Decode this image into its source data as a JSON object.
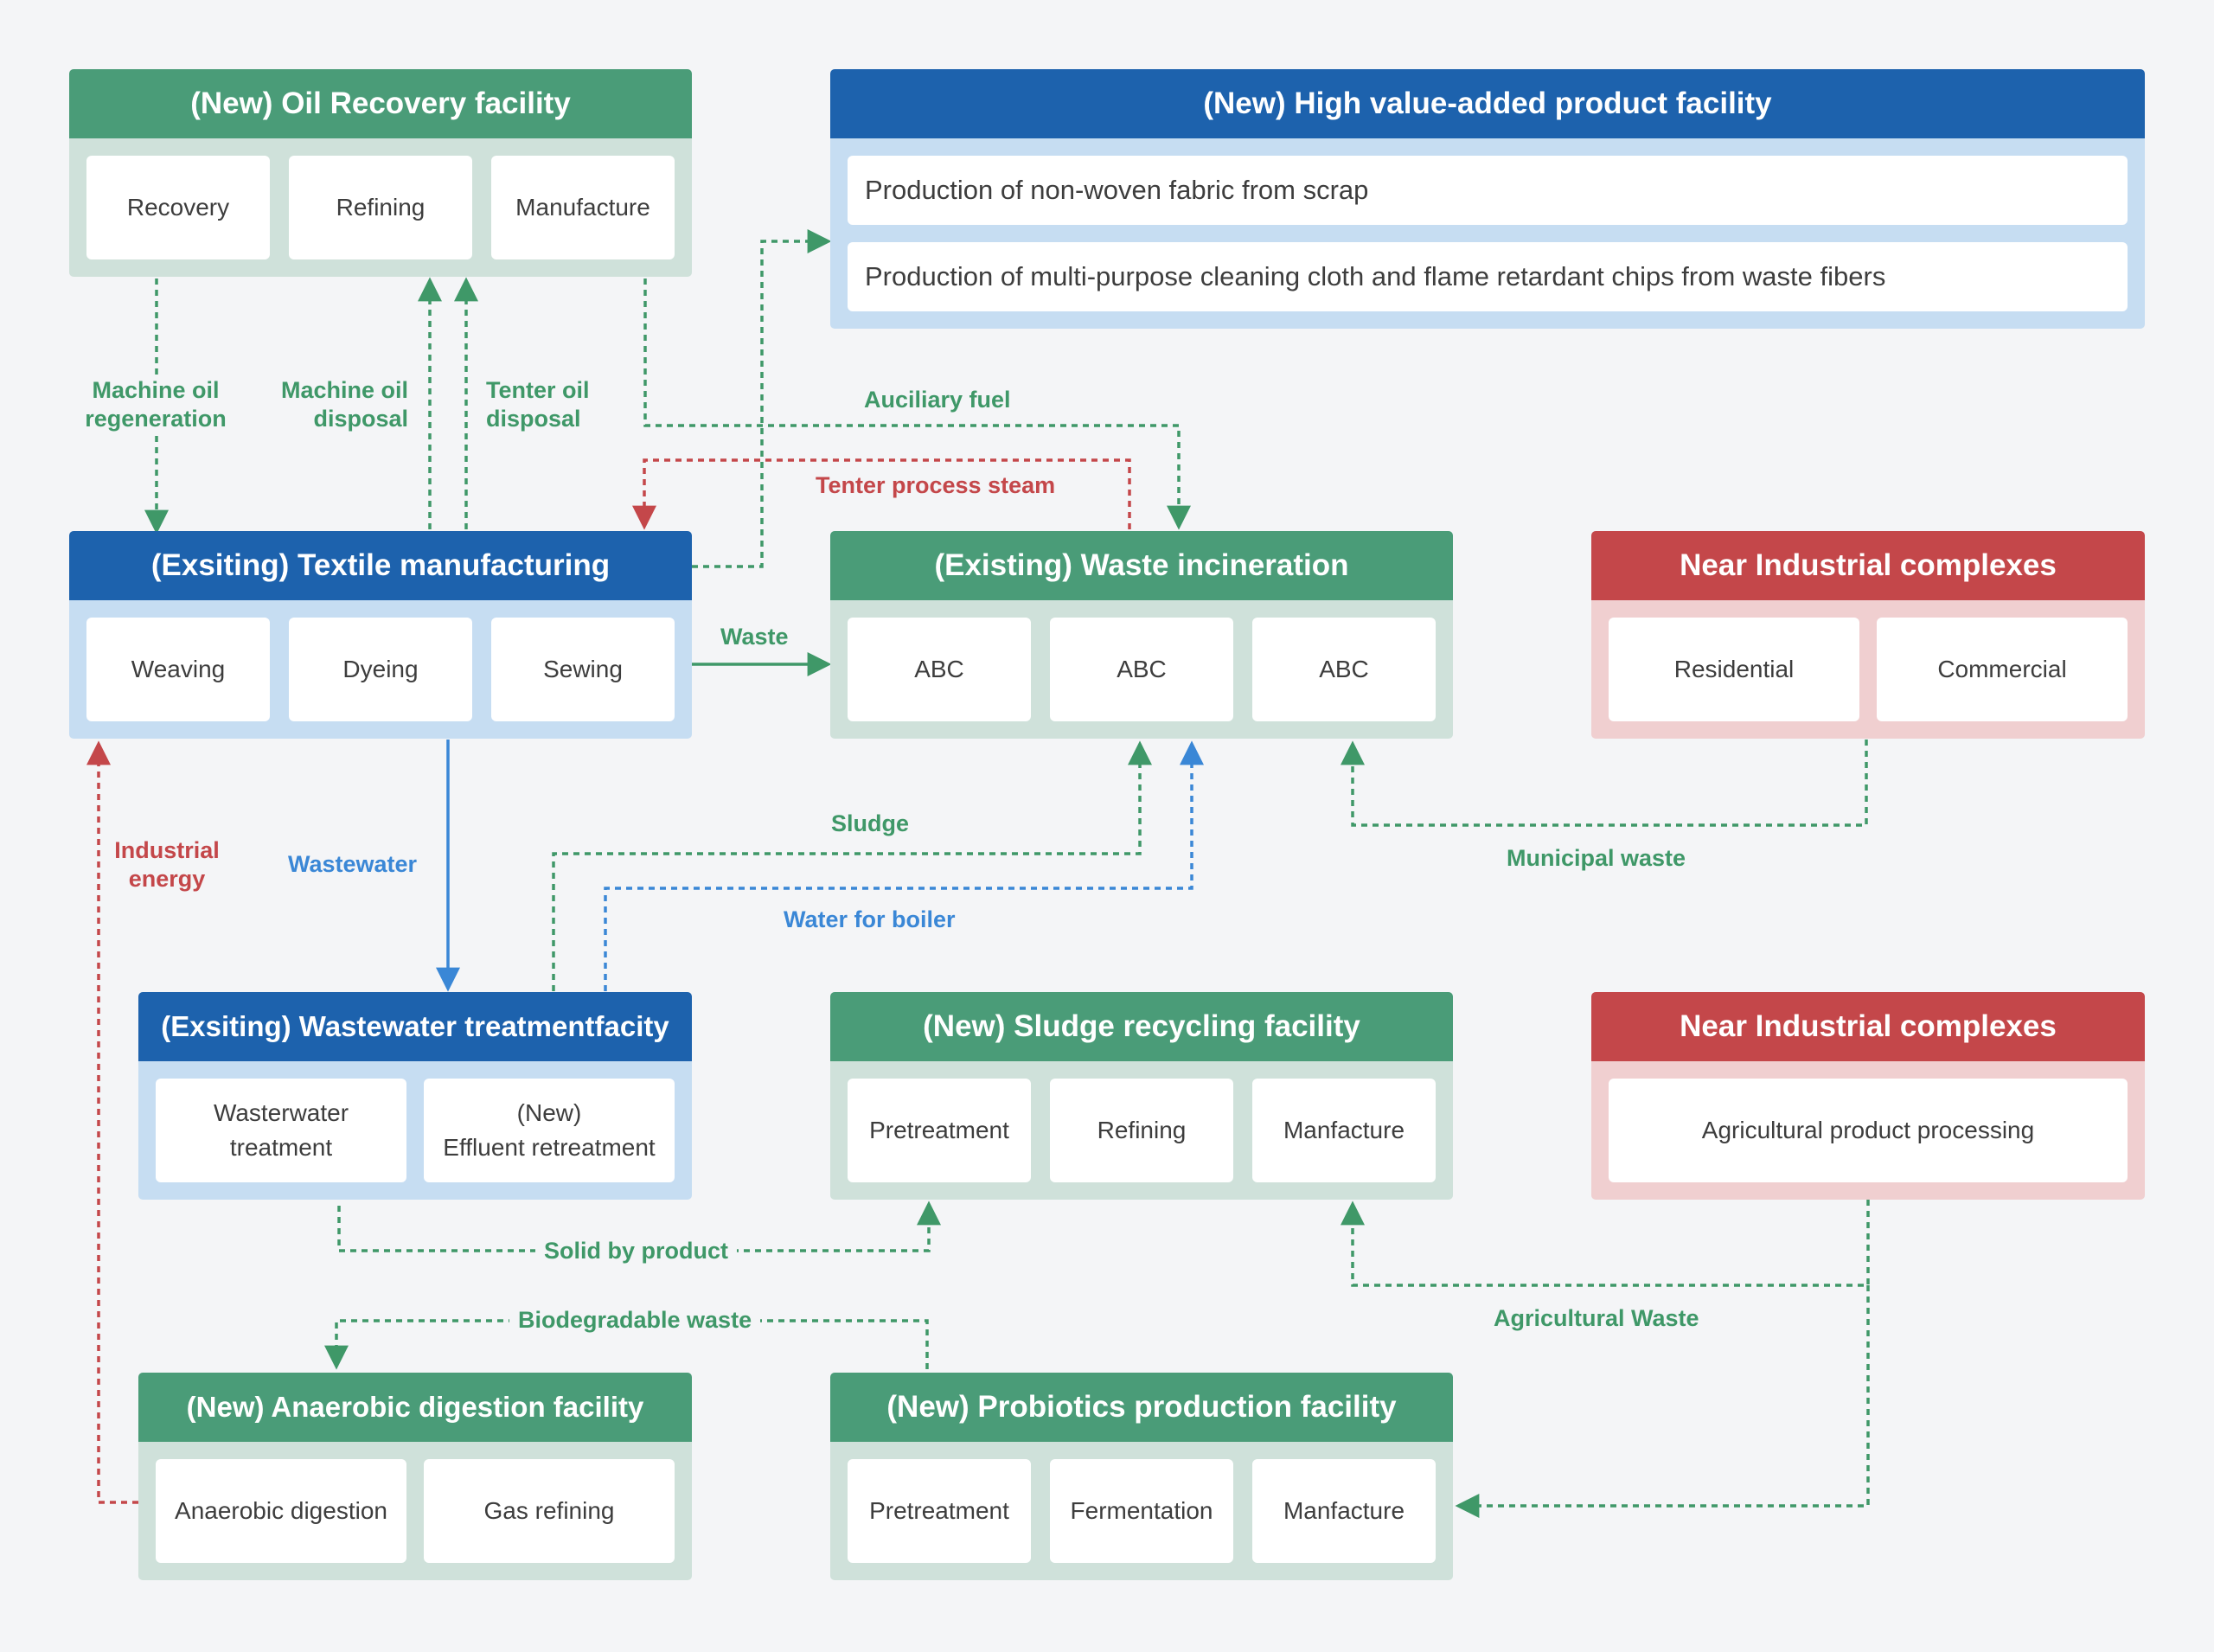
{
  "colors": {
    "green_header": "#4a9c78",
    "green_body": "#cfe1da",
    "blue_header": "#1d62ad",
    "blue_body": "#c6ddf2",
    "red_header": "#c4474a",
    "red_body": "#f0cfd0",
    "green_line": "#3f9868",
    "blue_line": "#3a87d6",
    "red_line": "#c4474a"
  },
  "oil_recovery": {
    "title": "(New) Oil Recovery facility",
    "items": [
      "Recovery",
      "Refining",
      "Manufacture"
    ]
  },
  "high_value": {
    "title": "(New) High value-added product facility",
    "items": [
      "Production of non-woven fabric from scrap",
      "Production of multi-purpose cleaning cloth and flame retardant chips from waste fibers"
    ]
  },
  "textile": {
    "title": "(Exsiting) Textile manufacturing",
    "items": [
      "Weaving",
      "Dyeing",
      "Sewing"
    ]
  },
  "incineration": {
    "title": "(Existing) Waste incineration",
    "items": [
      "ABC",
      "ABC",
      "ABC"
    ]
  },
  "near_ind_1": {
    "title": "Near Industrial complexes",
    "items": [
      "Residential",
      "Commercial"
    ]
  },
  "wastewater_treat": {
    "title": "(Exsiting) Wastewater treatmentfacity",
    "items": [
      "Wasterwater\ntreatment",
      "(New)\nEffluent retreatment"
    ]
  },
  "sludge": {
    "title": "(New) Sludge recycling facility",
    "items": [
      "Pretreatment",
      "Refining",
      "Manfacture"
    ]
  },
  "near_ind_2": {
    "title": "Near Industrial complexes",
    "items": [
      "Agricultural product processing"
    ]
  },
  "anaerobic": {
    "title": "(New) Anaerobic digestion facility",
    "items": [
      "Anaerobic digestion",
      "Gas refining"
    ]
  },
  "probiotics": {
    "title": "(New) Probiotics production facility",
    "items": [
      "Pretreatment",
      "Fermentation",
      "Manfacture"
    ]
  },
  "labels": {
    "machine_oil_regen": "Machine oil\nregeneration",
    "machine_oil_disposal": "Machine oil\ndisposal",
    "tenter_oil_disposal": "Tenter oil\ndisposal",
    "auxiliary_fuel": "Auciliary fuel",
    "tenter_steam": "Tenter process steam",
    "waste": "Waste",
    "industrial_energy": "Industrial\nenergy",
    "wastewater": "Wastewater",
    "sludge": "Sludge",
    "water_boiler": "Water for boiler",
    "municipal_waste": "Municipal waste",
    "solid_byproduct": "Solid by product",
    "biodegradable_waste": "Biodegradable waste",
    "agricultural_waste": "Agricultural Waste"
  }
}
